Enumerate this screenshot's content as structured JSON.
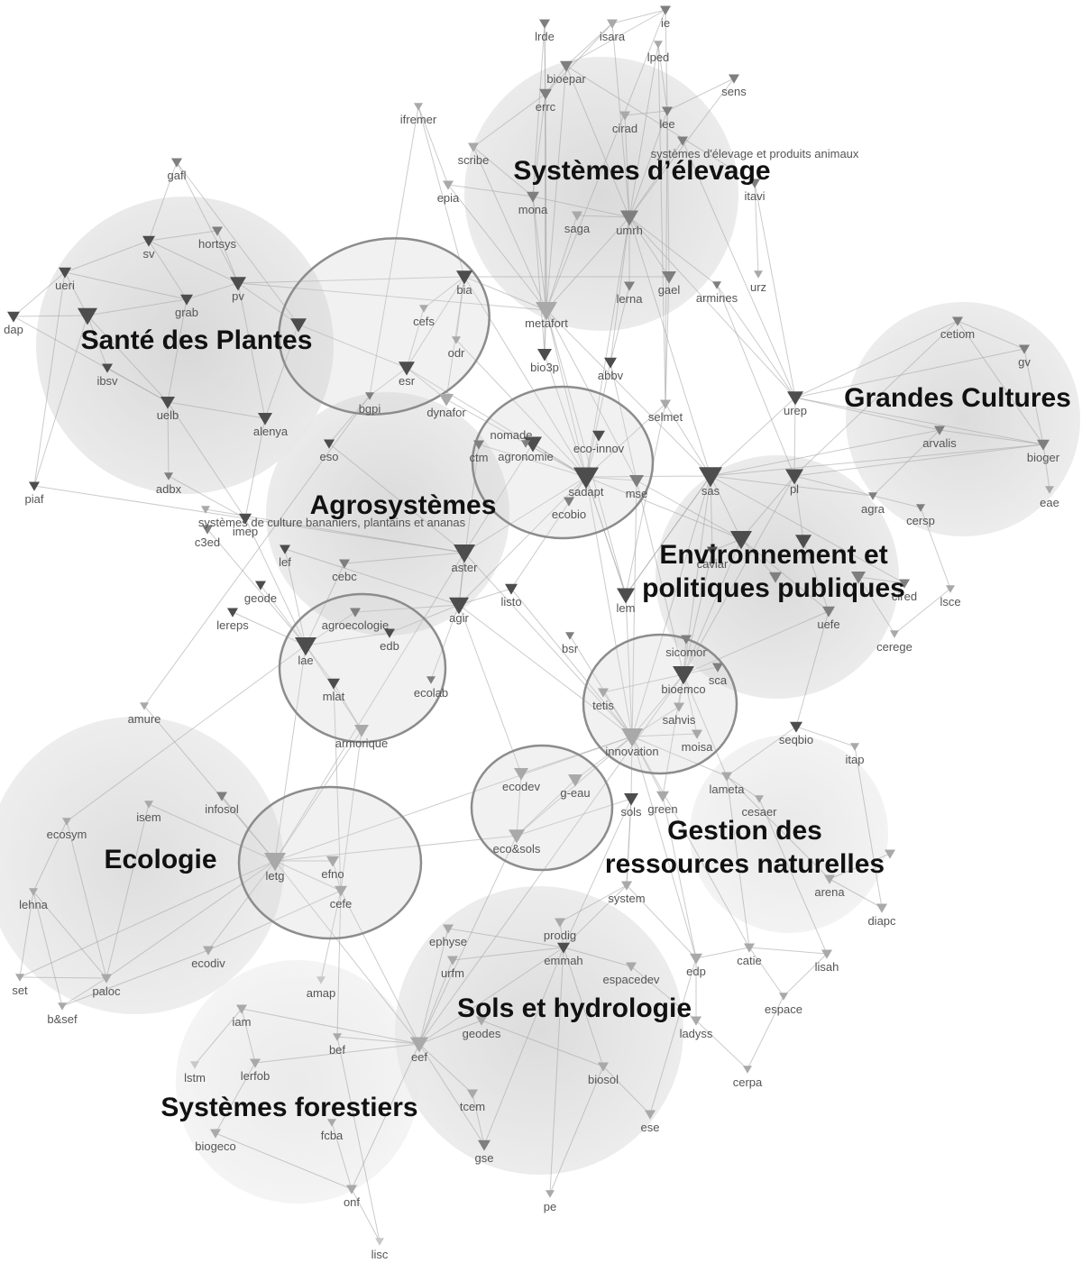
{
  "clusters": [
    {
      "lines": [
        "Santé des Plantes"
      ]
    },
    {
      "lines": [
        "Systèmes d’élevage"
      ]
    },
    {
      "lines": [
        "Grandes Cultures"
      ]
    },
    {
      "lines": [
        "Agrosystèmes"
      ]
    },
    {
      "lines": [
        "Environnement et",
        "politiques publiques"
      ]
    },
    {
      "lines": [
        "Gestion des",
        "ressources naturelles"
      ]
    },
    {
      "lines": [
        "Ecologie"
      ]
    },
    {
      "lines": [
        "Sols et hydrologie"
      ]
    },
    {
      "lines": [
        "Systèmes forestiers"
      ]
    }
  ],
  "nodes": [
    "lrde",
    "isara",
    "ie",
    "lped",
    "bioepar",
    "sens",
    "errc",
    "ifremer",
    "cirad",
    "lee",
    "systèmes d'élevage et produits animaux",
    "scribe",
    "itavi",
    "epia",
    "mona",
    "saga",
    "umrh",
    "gael",
    "lerna",
    "armines",
    "urz",
    "bia",
    "cefs",
    "metafort",
    "odr",
    "bio3p",
    "abbv",
    "esr",
    "bgpi",
    "dynafor",
    "selmet",
    "urep",
    "cetiom",
    "gv",
    "arvalis",
    "bioger",
    "eae",
    "agra",
    "cersp",
    "lsce",
    "cired",
    "uefe",
    "cerege",
    "seqbio",
    "itap",
    "nomade",
    "agronomie",
    "eco-innov",
    "ctm",
    "sadapt",
    "ecobio",
    "mse",
    "sas",
    "pl",
    "caviar",
    "lem",
    "sicomor",
    "bioemco",
    "sca",
    "tetis",
    "sahvis",
    "moisa",
    "innovation",
    "lameta",
    "cesaer",
    "green",
    "sols",
    "ecodev",
    "g-eau",
    "eco&sols",
    "bsr",
    "listo",
    "aster",
    "agir",
    "cebc",
    "lef",
    "imep",
    "c3ed",
    "systèmes de culture bananiers, plantains et ananas",
    "adbx",
    "eso",
    "geode",
    "lereps",
    "agroecologie",
    "edb",
    "lae",
    "mlat",
    "ecolab",
    "armorique",
    "amure",
    "infosol",
    "isem",
    "ecosym",
    "lehna",
    "letg",
    "efno",
    "cefe",
    "ecodiv",
    "set",
    "paloc",
    "b&sef",
    "amap",
    "iam",
    "bef",
    "lstm",
    "lerfob",
    "biogeco",
    "fcba",
    "onf",
    "lisc",
    "eef",
    "ephyse",
    "urfm",
    "geodes",
    "tcem",
    "gse",
    "pe",
    "emmah",
    "prodig",
    "system",
    "espacedev",
    "edp",
    "catie",
    "ladyss",
    "biosol",
    "ese",
    "cerpa",
    "espace",
    "lisah",
    "arena",
    "diapc",
    "gafl",
    "sv",
    "hortsys",
    "ueri",
    "pv",
    "grab",
    "dap",
    "ibsv",
    "uelb",
    "alenya",
    "piaf"
  ],
  "colors": {
    "node_dark": "#4d4d4d",
    "node_mid": "#7f7f7f",
    "node_light": "#a9a9a9",
    "node_faint": "#c8c8c8",
    "edge": "#a8a8a8",
    "cluster_center": "#d6d6d6",
    "cluster_edge": "#e9e9e9",
    "group_outline": "#8c8c8c",
    "group_fill": "#cfcfcf",
    "cluster_text": "#111111",
    "node_text": "#555555"
  }
}
